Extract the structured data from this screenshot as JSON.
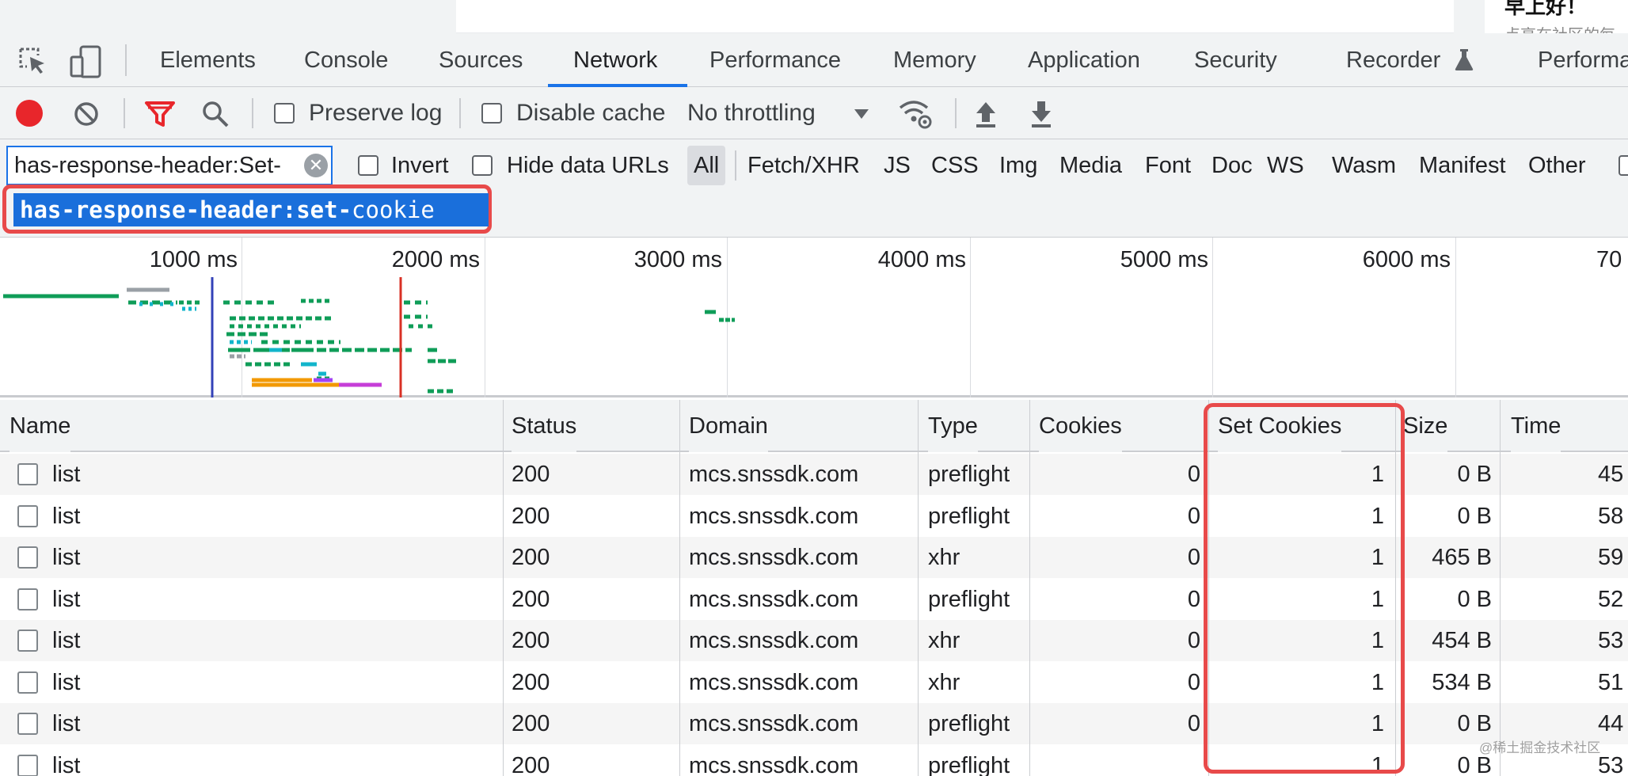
{
  "page": {
    "right_title": "早上好！",
    "right_subtitle": "点亮在社区的每一天"
  },
  "tabs": [
    {
      "label": "Elements",
      "active": false
    },
    {
      "label": "Console",
      "active": false
    },
    {
      "label": "Sources",
      "active": false
    },
    {
      "label": "Network",
      "active": true
    },
    {
      "label": "Performance",
      "active": false
    },
    {
      "label": "Memory",
      "active": false
    },
    {
      "label": "Application",
      "active": false
    },
    {
      "label": "Security",
      "active": false
    },
    {
      "label": "Recorder",
      "active": false
    },
    {
      "label": "Performa",
      "active": false
    }
  ],
  "toolbar": {
    "preserve_log": "Preserve log",
    "disable_cache": "Disable cache",
    "throttling": "No throttling",
    "record_color": "#e8262b",
    "filter_color": "#e8262b"
  },
  "filter": {
    "value": "has-response-header:Set-",
    "invert": "Invert",
    "hide_data_urls": "Hide data URLs",
    "types": [
      "All",
      "Fetch/XHR",
      "JS",
      "CSS",
      "Img",
      "Media",
      "Font",
      "Doc",
      "WS",
      "Wasm",
      "Manifest",
      "Other"
    ]
  },
  "autocomplete": {
    "match": "has-response-header:set-",
    "rest": "cookie"
  },
  "overview": {
    "ticks": [
      "1000 ms",
      "2000 ms",
      "3000 ms",
      "4000 ms",
      "5000 ms",
      "6000 ms",
      "70"
    ]
  },
  "table": {
    "headers": [
      "Name",
      "Status",
      "Domain",
      "Type",
      "Cookies",
      "Set Cookies",
      "Size",
      "Time"
    ],
    "rows": [
      {
        "name": "list",
        "status": "200",
        "domain": "mcs.snssdk.com",
        "type": "preflight",
        "cookies": "0",
        "set_cookies": "1",
        "size": "0 B",
        "time": "45"
      },
      {
        "name": "list",
        "status": "200",
        "domain": "mcs.snssdk.com",
        "type": "preflight",
        "cookies": "0",
        "set_cookies": "1",
        "size": "0 B",
        "time": "58"
      },
      {
        "name": "list",
        "status": "200",
        "domain": "mcs.snssdk.com",
        "type": "xhr",
        "cookies": "0",
        "set_cookies": "1",
        "size": "465 B",
        "time": "59"
      },
      {
        "name": "list",
        "status": "200",
        "domain": "mcs.snssdk.com",
        "type": "preflight",
        "cookies": "0",
        "set_cookies": "1",
        "size": "0 B",
        "time": "52"
      },
      {
        "name": "list",
        "status": "200",
        "domain": "mcs.snssdk.com",
        "type": "xhr",
        "cookies": "0",
        "set_cookies": "1",
        "size": "454 B",
        "time": "53"
      },
      {
        "name": "list",
        "status": "200",
        "domain": "mcs.snssdk.com",
        "type": "xhr",
        "cookies": "0",
        "set_cookies": "1",
        "size": "534 B",
        "time": "51"
      },
      {
        "name": "list",
        "status": "200",
        "domain": "mcs.snssdk.com",
        "type": "preflight",
        "cookies": "0",
        "set_cookies": "1",
        "size": "0 B",
        "time": "44"
      },
      {
        "name": "list",
        "status": "200",
        "domain": "mcs.snssdk.com",
        "type": "preflight",
        "cookies": "",
        "set_cookies": "1",
        "size": "0 B",
        "time": "53"
      }
    ]
  },
  "watermark": "@稀土掘金技术社区"
}
